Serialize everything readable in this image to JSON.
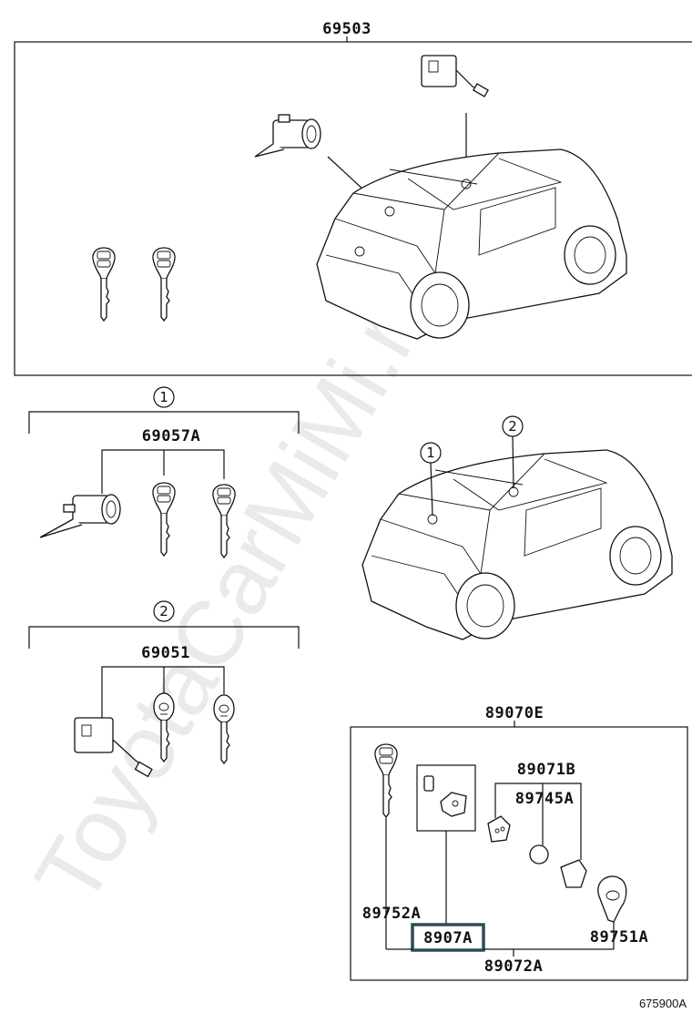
{
  "watermark": "ToyotaCarMiMi.ru",
  "reference_code": "675900A",
  "top_group": {
    "part_number": "69503"
  },
  "group_1": {
    "circle_number": "1",
    "part_number": "69057A"
  },
  "group_2": {
    "circle_number": "2",
    "part_number": "69051"
  },
  "car_callouts": [
    "1",
    "2"
  ],
  "key_group": {
    "part_number": "89070E",
    "parts": {
      "emblem_kit": "89071B",
      "battery": "89745A",
      "key_plate": "89752A",
      "transmitter": "8907A",
      "cover": "89751A",
      "housing": "89072A"
    }
  },
  "colors": {
    "highlight": "#2d4a57",
    "watermark": "#d9d9d9"
  }
}
